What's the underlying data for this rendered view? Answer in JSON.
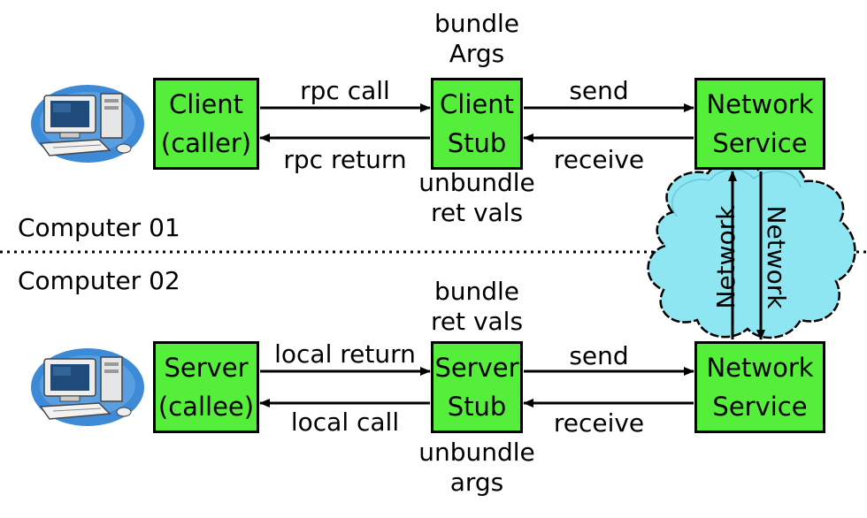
{
  "top": {
    "client_box": {
      "line1": "Client",
      "line2": "(caller)"
    },
    "stub_box": {
      "line1": "Client",
      "line2": "Stub"
    },
    "network_box": {
      "line1": "Network",
      "line2": "Service"
    },
    "call_label": "rpc call",
    "return_label": "rpc return",
    "send_label": "send",
    "receive_label": "receive",
    "stub_above": {
      "line1": "bundle",
      "line2": "Args"
    },
    "stub_below": {
      "line1": "unbundle",
      "line2": "ret vals"
    }
  },
  "bottom": {
    "server_box": {
      "line1": "Server",
      "line2": "(callee)"
    },
    "stub_box": {
      "line1": "Server",
      "line2": "Stub"
    },
    "network_box": {
      "line1": "Network",
      "line2": "Service"
    },
    "return_label": "local return",
    "call_label": "local call",
    "send_label": "send",
    "receive_label": "receive",
    "stub_above": {
      "line1": "bundle",
      "line2": "ret vals"
    },
    "stub_below": {
      "line1": "unbundle",
      "line2": "args"
    }
  },
  "separator": {
    "upper_label": "Computer 01",
    "lower_label": "Computer 02"
  },
  "network_cloud": {
    "left_label": "Network",
    "right_label": "Network",
    "color": "#8ee6f2"
  },
  "colors": {
    "box_fill": "#55ee3a",
    "line": "#000000"
  },
  "icons": [
    "computer-icon",
    "computer-icon"
  ]
}
